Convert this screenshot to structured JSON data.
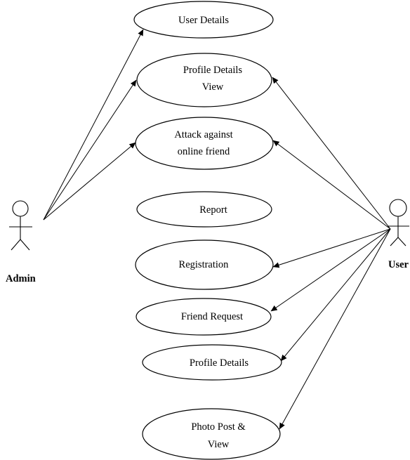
{
  "diagram": {
    "type": "use-case",
    "actors": {
      "admin": {
        "label": "Admin"
      },
      "user": {
        "label": "User"
      }
    },
    "use_cases": [
      {
        "id": "user-details",
        "lines": [
          "User Details"
        ]
      },
      {
        "id": "profile-details-view",
        "lines": [
          "Profile Details",
          "View"
        ]
      },
      {
        "id": "attack-against-online-friend",
        "lines": [
          "Attack against",
          "online friend"
        ]
      },
      {
        "id": "report",
        "lines": [
          "Report"
        ]
      },
      {
        "id": "registration",
        "lines": [
          "Registration"
        ]
      },
      {
        "id": "friend-request",
        "lines": [
          "Friend Request"
        ]
      },
      {
        "id": "profile-details",
        "lines": [
          "Profile Details"
        ]
      },
      {
        "id": "photo-post-view",
        "lines": [
          "Photo Post &",
          "View"
        ]
      }
    ],
    "associations": [
      {
        "from": "admin",
        "to": "user-details"
      },
      {
        "from": "admin",
        "to": "profile-details-view"
      },
      {
        "from": "admin",
        "to": "attack-against-online-friend"
      },
      {
        "from": "user",
        "to": "profile-details-view"
      },
      {
        "from": "user",
        "to": "attack-against-online-friend"
      },
      {
        "from": "user",
        "to": "registration"
      },
      {
        "from": "user",
        "to": "friend-request"
      },
      {
        "from": "user",
        "to": "profile-details"
      },
      {
        "from": "user",
        "to": "photo-post-view"
      }
    ]
  }
}
